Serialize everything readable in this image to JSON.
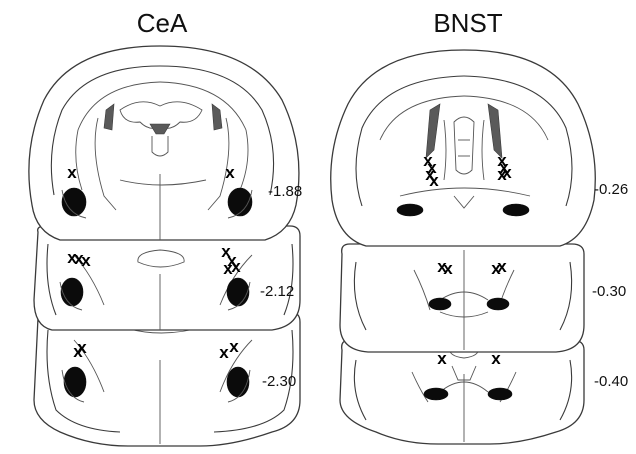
{
  "panels": [
    {
      "title": "CeA",
      "sections": [
        {
          "coordinate": "-1.88"
        },
        {
          "coordinate": "-2.12"
        },
        {
          "coordinate": "-2.30"
        }
      ]
    },
    {
      "title": "BNST",
      "sections": [
        {
          "coordinate": "-0.26"
        },
        {
          "coordinate": "-0.30"
        },
        {
          "coordinate": "-0.40"
        }
      ]
    }
  ],
  "marker_symbol": "x",
  "colors": {
    "outline": "#3a3a3a",
    "fill_dark": "#0b0b0b",
    "fill_ventricle": "#5a5a5a",
    "background": "#ffffff"
  }
}
